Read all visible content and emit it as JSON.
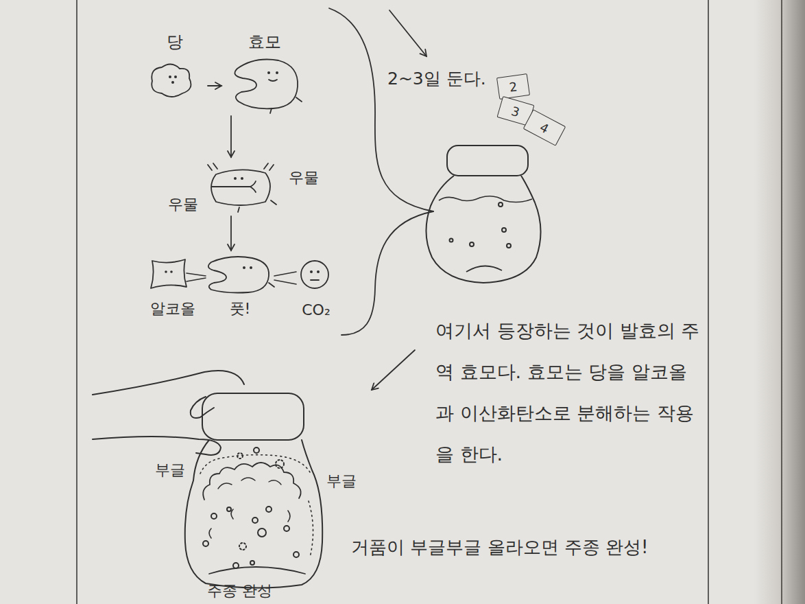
{
  "diagram": {
    "nodes": [
      {
        "text": [
          "당"
        ]
      },
      {
        "text": [
          "효모"
        ]
      },
      {
        "text": [
          "우물",
          "우물"
        ]
      },
      {
        "text": [
          "알코올"
        ]
      },
      {
        "text": [
          "풋!"
        ]
      },
      {
        "text": [
          "CO₂"
        ]
      },
      {
        "text": [
          "2"
        ]
      },
      {
        "text": [
          "3"
        ]
      },
      {
        "text": [
          "4"
        ]
      }
    ],
    "edges": [
      {
        "from": 0,
        "to": 1,
        "arrow": "to"
      },
      {
        "from": 1,
        "to": 2,
        "arrow": "to"
      },
      {
        "from": 2,
        "to": 4,
        "arrow": "to"
      }
    ],
    "labels": [
      "2~3일 둔다.",
      "여기서 등장하는 것이 발효의 주역 효모다. 효모는 당을 알코올과 이산화탄소로 분해하는 작용을 한다.",
      "부글",
      "부글",
      "거품이 부글부글 올라오면 주종 완성!",
      "주종 완성"
    ]
  }
}
